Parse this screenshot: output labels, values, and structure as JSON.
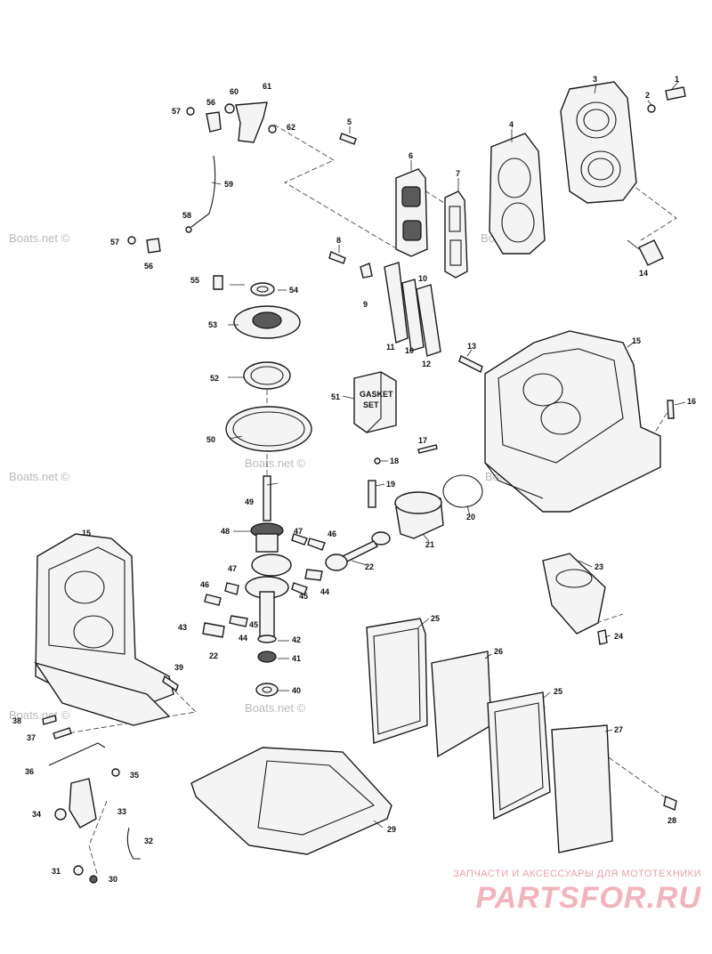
{
  "watermark": "Boats.net ©",
  "brand": {
    "tagline": "ЗАПЧАСТИ И АКСЕССУАРЫ ДЛЯ МОТОТЕХНИКИ",
    "logo": "PARTSFOR.RU"
  },
  "gasket_set_label": [
    "GASKET",
    "SET"
  ],
  "callouts": [
    "1",
    "2",
    "3",
    "4",
    "5",
    "6",
    "7",
    "8",
    "9",
    "10",
    "10",
    "11",
    "12",
    "13",
    "14",
    "15",
    "15",
    "16",
    "17",
    "18",
    "19",
    "20",
    "21",
    "22",
    "22",
    "23",
    "24",
    "25",
    "25",
    "26",
    "27",
    "28",
    "29",
    "30",
    "31",
    "32",
    "33",
    "34",
    "35",
    "36",
    "37",
    "38",
    "39",
    "40",
    "41",
    "42",
    "43",
    "44",
    "44",
    "45",
    "45",
    "46",
    "46",
    "47",
    "47",
    "48",
    "49",
    "50",
    "51",
    "52",
    "53",
    "54",
    "55",
    "56",
    "56",
    "57",
    "57",
    "58",
    "59",
    "60",
    "61",
    "62"
  ]
}
